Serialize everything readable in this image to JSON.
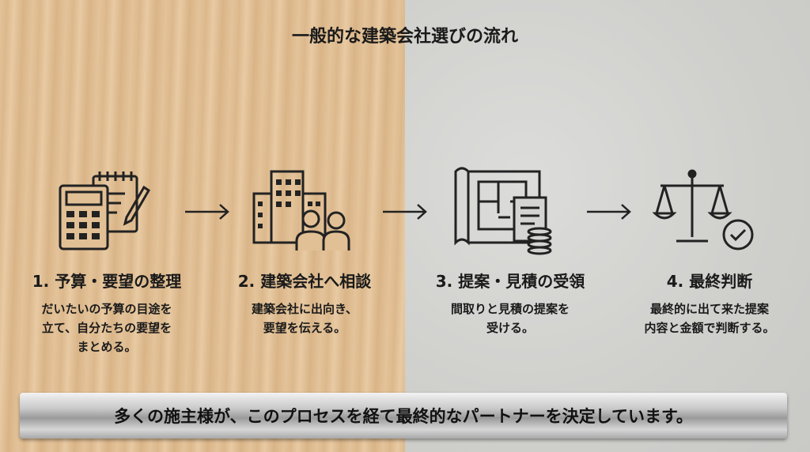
{
  "title": "一般的な建築会社選びの流れ",
  "steps": [
    {
      "heading": "1. 予算・要望の整理",
      "description": "だいたいの予算の目途を\n立て、自分たちの要望を\nまとめる。",
      "icon": "calculator-notepad-icon"
    },
    {
      "heading": "2. 建築会社へ相談",
      "description": "建築会社に出向き、\n要望を伝える。",
      "icon": "building-people-icon"
    },
    {
      "heading": "3. 提案・見積の受領",
      "description": "間取りと見積の提案を\n受ける。",
      "icon": "blueprint-coins-icon"
    },
    {
      "heading": "4. 最終判断",
      "description": "最終的に出て来た提案\n内容と金額で判断する。",
      "icon": "scale-check-icon"
    }
  ],
  "banner": "多くの施主様が、このプロセスを経て最終的なパートナーを決定しています。"
}
